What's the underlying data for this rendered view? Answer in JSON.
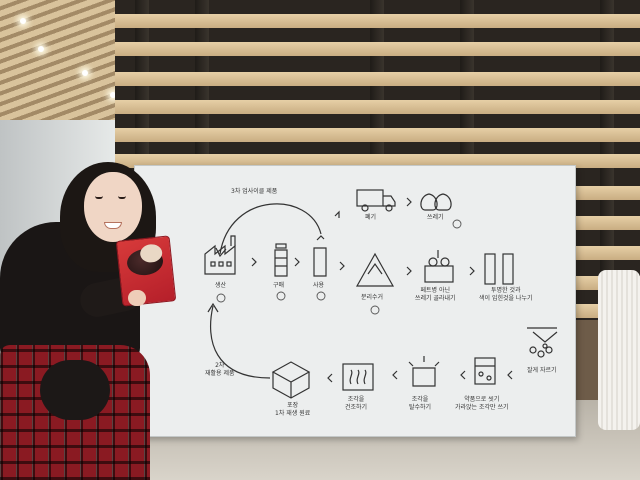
{
  "board": {
    "top_loop_label": "3차 업사이클 제품",
    "side_loop_label": "2차\n재활용 제품",
    "steps_top": [
      {
        "label": "생산",
        "icon": "factory-icon"
      },
      {
        "label": "구매",
        "icon": "bottle-icon"
      },
      {
        "label": "사용",
        "icon": "open-bottle-icon"
      },
      {
        "label": "분리수거",
        "icon": "recycle-icon"
      },
      {
        "label": "페트병 아닌\n쓰레기 골라내기",
        "icon": "sorting-icon"
      },
      {
        "label": "투명한 것과\n색이 입힌것을 나누기",
        "icon": "two-bottles-icon"
      }
    ],
    "steps_top_extra": [
      {
        "label": "폐기",
        "icon": "truck-icon"
      },
      {
        "label": "쓰레기",
        "icon": "trash-bags-icon"
      }
    ],
    "steps_bottom": [
      {
        "label": "잘게 자르기",
        "icon": "shred-icon"
      },
      {
        "label": "약품으로 씻기\n가라앉는 조각만 쓰기",
        "icon": "wash-tank-icon"
      },
      {
        "label": "조각을\n탈수하기",
        "icon": "spin-dry-icon"
      },
      {
        "label": "조각을\n건조하기",
        "icon": "heat-dry-icon"
      },
      {
        "label": "포장\n1차 재생 원료",
        "icon": "box-icon"
      }
    ]
  },
  "package": {
    "text": ""
  }
}
